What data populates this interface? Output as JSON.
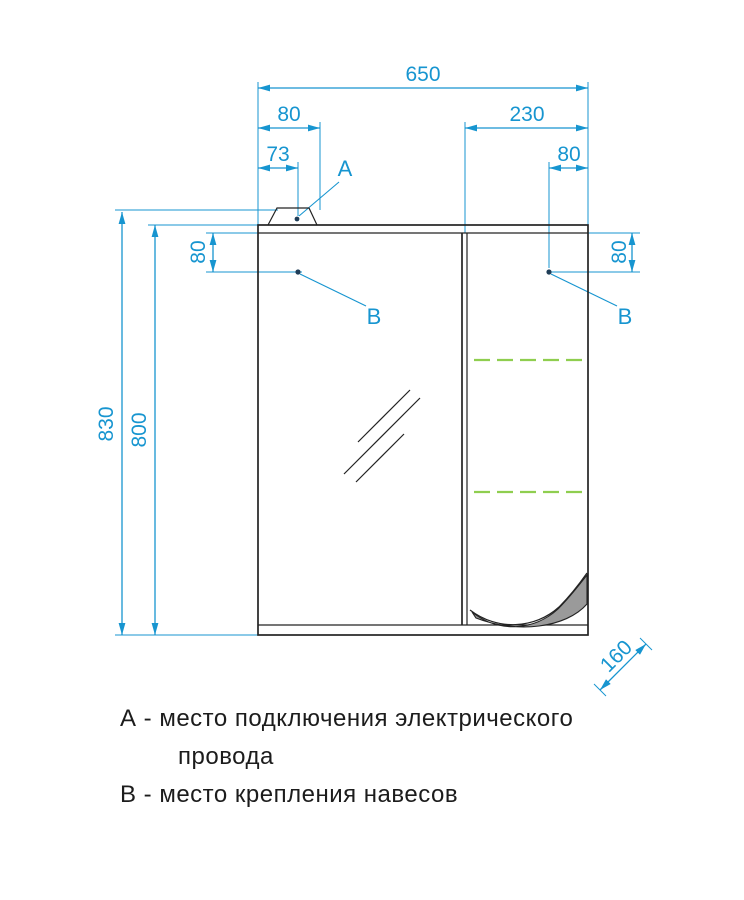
{
  "colors": {
    "dimension_blue": "#1795d0",
    "drawing_black": "#232323",
    "shelf_green": "#8fce4f",
    "fill_gray": "#9a9a9a",
    "background": "#ffffff"
  },
  "dims": {
    "total_width": "650",
    "top_left_offset": "80",
    "right_section_width": "230",
    "point_a_offset": "73",
    "point_b_right_offset": "80",
    "side_left_drop": "80",
    "side_right_drop": "80",
    "total_height": "830",
    "cabinet_height": "800",
    "depth": "160"
  },
  "points": {
    "a_label": "А",
    "b_left_label": "В",
    "b_right_label": "В"
  },
  "legend": {
    "line1": "А - место подключения электрического",
    "line2": "провода",
    "line3": "В - место крепления навесов"
  }
}
